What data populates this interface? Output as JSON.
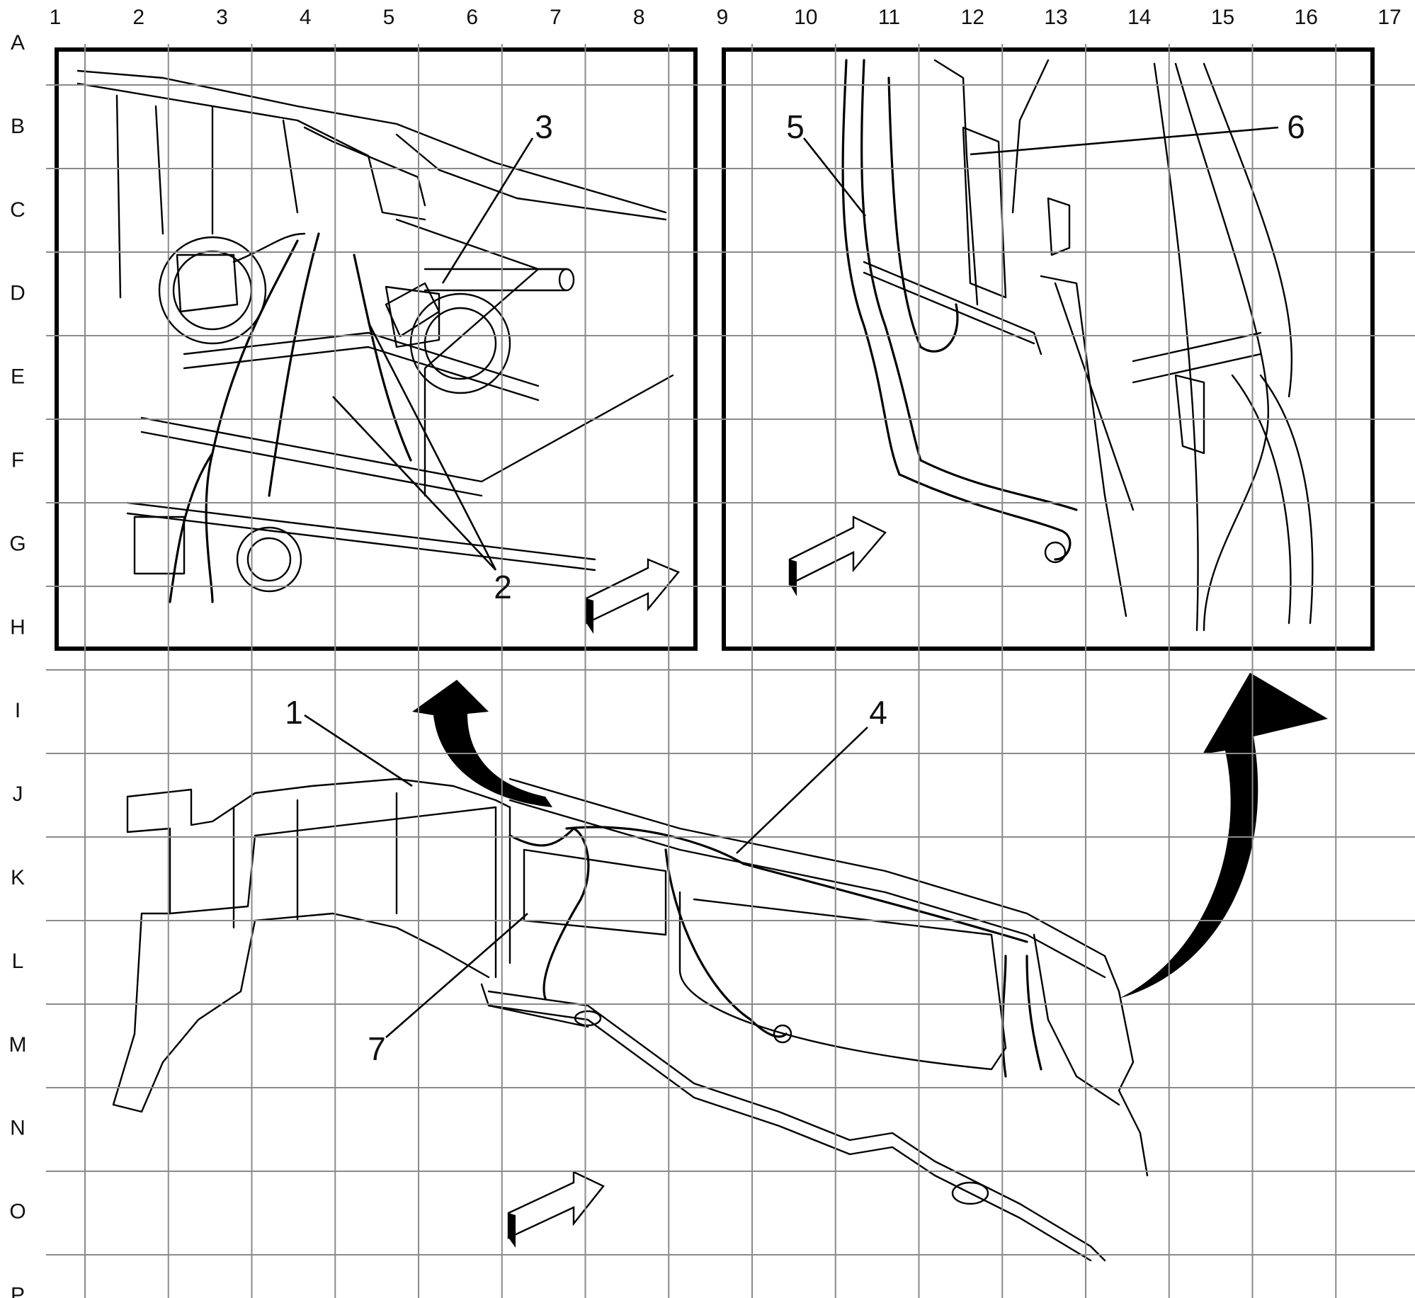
{
  "grid": {
    "columns": [
      "1",
      "2",
      "3",
      "4",
      "5",
      "6",
      "7",
      "8",
      "9",
      "10",
      "11",
      "12",
      "13",
      "14",
      "15",
      "16",
      "17"
    ],
    "rows": [
      "A",
      "B",
      "C",
      "D",
      "E",
      "F",
      "G",
      "H",
      "I",
      "J",
      "K",
      "L",
      "M",
      "N",
      "O",
      "P"
    ]
  },
  "callouts": {
    "c1": "1",
    "c2": "2",
    "c3": "3",
    "c4": "4",
    "c5": "5",
    "c6": "6",
    "c7": "7"
  },
  "colors": {
    "line": "#000000",
    "grid": "#8a8a8a",
    "background": "#ffffff"
  }
}
